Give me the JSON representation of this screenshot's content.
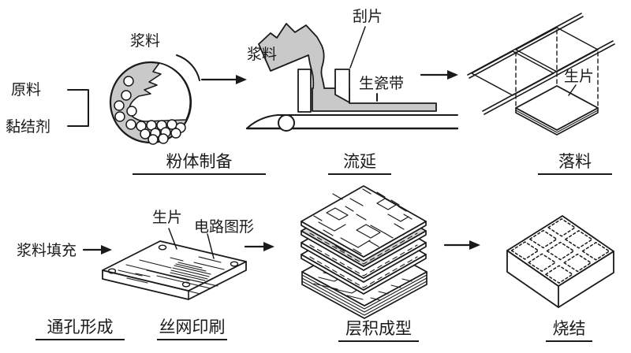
{
  "diagram_type": "ceramic-multilayer-process-flow",
  "labels": {
    "raw_material": "原料",
    "binder": "黏结剂",
    "slurry_mill": "浆料",
    "slurry_cast": "浆料",
    "doctor_blade": "刮片",
    "green_tape": "生瓷带",
    "green_sheet_top": "生片",
    "slurry_fill": "浆料填充",
    "green_sheet_bottom": "生片",
    "circuit_pattern": "电路图形"
  },
  "steps": {
    "powder_preparation": "粉体制备",
    "tape_casting": "流延",
    "blanking": "落料",
    "via_formation": "通孔形成",
    "screen_printing": "丝网印刷",
    "lamination": "层积成型",
    "sintering": "烧结"
  },
  "colors": {
    "line": "#1a1a1a",
    "gray_fill": "#c9c9c9",
    "background": "#ffffff"
  }
}
